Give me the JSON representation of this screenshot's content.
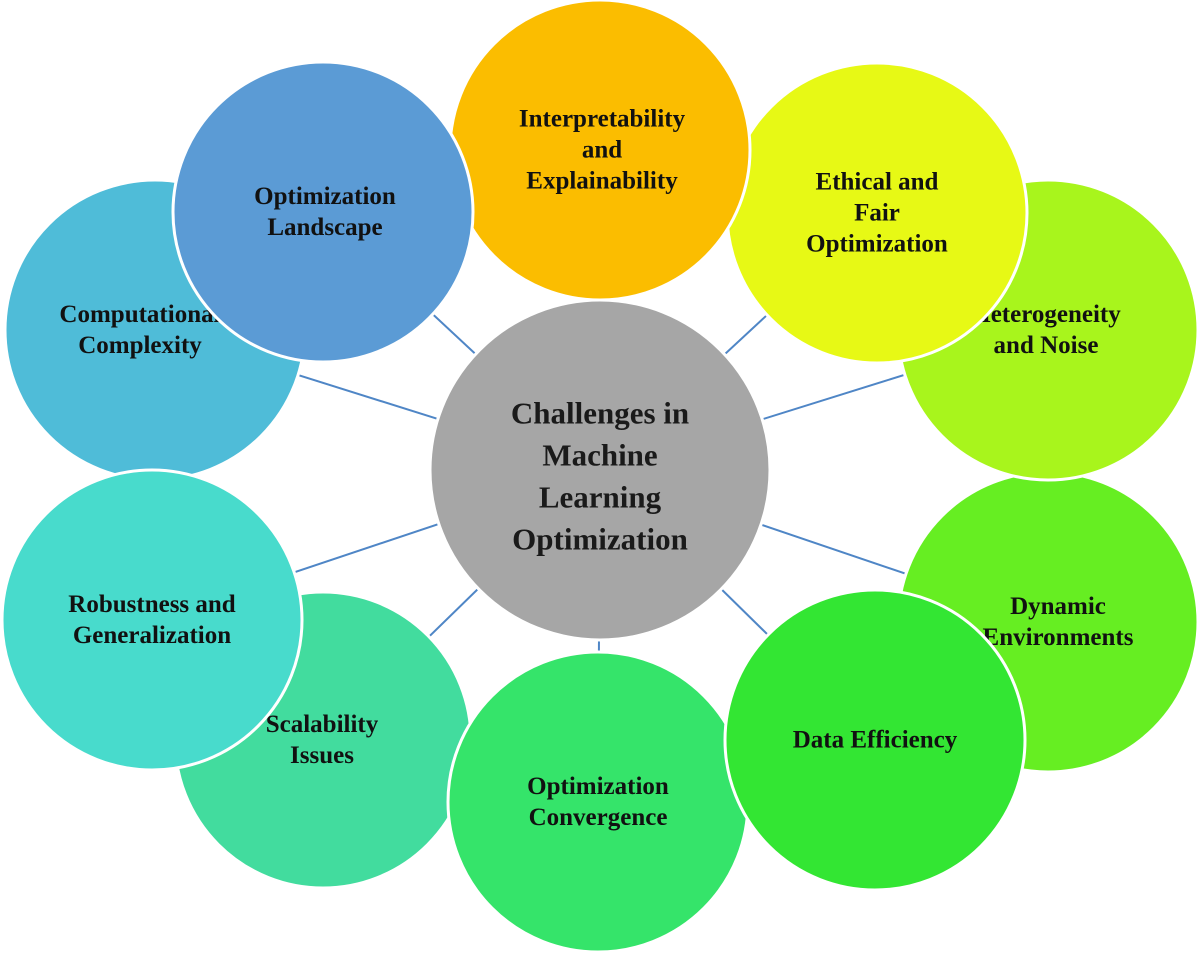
{
  "center": {
    "lines": [
      "Challenges in",
      "Machine",
      "Learning",
      "Optimization"
    ],
    "color": "#a6a6a6"
  },
  "satellites": [
    {
      "id": "dynamic",
      "lines": [
        "Dynamic",
        "Environments"
      ],
      "color": "#66ee22"
    },
    {
      "id": "heterogeneity",
      "lines": [
        "Heterogeneity",
        "and Noise"
      ],
      "color": "#a8f51c"
    },
    {
      "id": "computational",
      "lines": [
        "Computational",
        "Complexity"
      ],
      "color": "#4fbcd8"
    },
    {
      "id": "scalability",
      "lines": [
        "Scalability",
        "Issues"
      ],
      "color": "#42dc9e"
    },
    {
      "id": "convergence",
      "lines": [
        "Optimization",
        "Convergence"
      ],
      "color": "#35e46a"
    },
    {
      "id": "data-efficiency",
      "lines": [
        "Data Efficiency"
      ],
      "color": "#33e633"
    },
    {
      "id": "robustness",
      "lines": [
        "Robustness and",
        "Generalization"
      ],
      "color": "#48dbcc"
    },
    {
      "id": "ethical",
      "lines": [
        "Ethical and",
        "Fair",
        "Optimization"
      ],
      "color": "#e7f915"
    },
    {
      "id": "interpretability",
      "lines": [
        "Interpretability",
        "and",
        "Explainability"
      ],
      "color": "#fbbd00"
    },
    {
      "id": "landscape",
      "lines": [
        "Optimization",
        "Landscape"
      ],
      "color": "#5b9bd5"
    }
  ],
  "connector_color": "#4f86c6"
}
